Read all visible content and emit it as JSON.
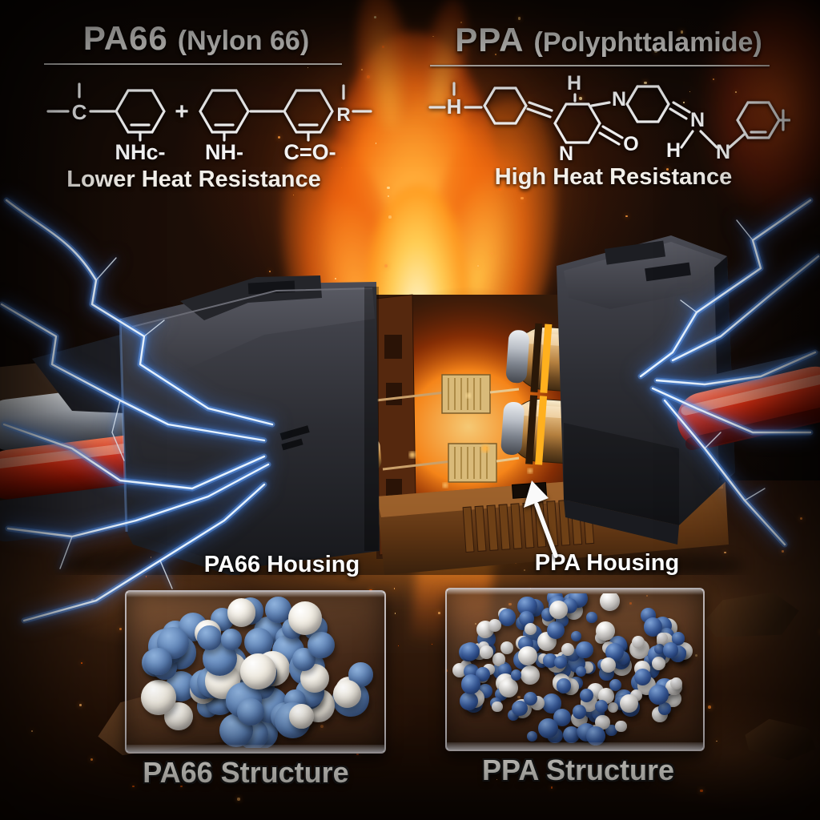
{
  "comparison": {
    "left": {
      "title": "PA66",
      "subtitle": "(Nylon 66)",
      "heat_label": "Lower Heat Resistance",
      "housing_label": "PA66 Housing",
      "structure_label": "PA66 Structure",
      "chain": {
        "end_left": "C",
        "plus": "+",
        "end_right": "R",
        "group1": "NHc-",
        "group2": "NH-",
        "group3": "C=O-"
      }
    },
    "right": {
      "title": "PPA",
      "subtitle": "(Polyphttalamide)",
      "heat_label": "High Heat Resistance",
      "housing_label": "PPA Housing",
      "structure_label": "PPA Structure",
      "atoms": {
        "end_left": "H",
        "h_top": "H",
        "n1": "N",
        "o1": "O",
        "n2": "N",
        "n3": "N",
        "h2": "H",
        "n4": "N"
      }
    }
  },
  "panels": {
    "pa66": {
      "count": 64,
      "min_d": 26,
      "max_d": 46,
      "white_ratio": 0.32,
      "seed": 7,
      "rx_inset": 24,
      "ry_inset": 14,
      "blue": [
        "#8fb2dc",
        "#5b80b4",
        "#2e4a74"
      ],
      "white": [
        "#ffffff",
        "#ece6d8",
        "#b3ab9a"
      ]
    },
    "ppa": {
      "count": 175,
      "min_d": 13,
      "max_d": 25,
      "white_ratio": 0.36,
      "seed": 13,
      "rx_inset": 8,
      "ry_inset": 4,
      "blue": [
        "#7fa3d6",
        "#3c63a8",
        "#1e3766"
      ],
      "white": [
        "#ffffff",
        "#e9e5db",
        "#aca494"
      ]
    }
  },
  "effects": {
    "ground_embers": {
      "count": 60,
      "max_d": 3,
      "seed": 21,
      "colors": [
        "#ff8a2a",
        "#ffb25e",
        "#ff5a00",
        "#ffd27a"
      ]
    },
    "spark_embers": {
      "count": 42,
      "max_d": 3,
      "seed": 33,
      "colors": [
        "#ff9a3a",
        "#ffc36a",
        "#ff6a10",
        "#ffdf9a"
      ]
    }
  },
  "colors": {
    "flame_core": "#ffd98a",
    "flame_mid": "#ff7a10",
    "lightning_glow": "#4a9aff",
    "sphere_blue": "#3c63a8",
    "sphere_white": "#ece6d8",
    "housing_gray": "#33343b",
    "copper": "#c89055",
    "cable_red": "#c2270c"
  }
}
